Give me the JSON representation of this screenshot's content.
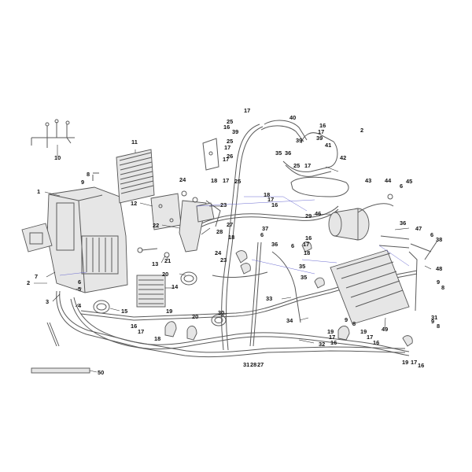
{
  "diagram": {
    "callouts": [
      {
        "id": "c1",
        "text": "1"
      },
      {
        "id": "c2",
        "text": "2"
      },
      {
        "id": "c3",
        "text": "3"
      },
      {
        "id": "c4",
        "text": "4"
      },
      {
        "id": "c5",
        "text": "5"
      },
      {
        "id": "c6a",
        "text": "6"
      },
      {
        "id": "c7",
        "text": "7"
      },
      {
        "id": "c8a",
        "text": "8"
      },
      {
        "id": "c9a",
        "text": "9"
      },
      {
        "id": "c10",
        "text": "10"
      },
      {
        "id": "c11",
        "text": "11"
      },
      {
        "id": "c12",
        "text": "12"
      },
      {
        "id": "c13",
        "text": "13"
      },
      {
        "id": "c14",
        "text": "14"
      },
      {
        "id": "c15",
        "text": "15"
      },
      {
        "id": "c16a",
        "text": "16"
      },
      {
        "id": "c17a",
        "text": "17"
      },
      {
        "id": "c18a",
        "text": "18"
      },
      {
        "id": "c19a",
        "text": "19"
      },
      {
        "id": "c20a",
        "text": "20"
      },
      {
        "id": "c21",
        "text": "21"
      },
      {
        "id": "c22",
        "text": "22"
      },
      {
        "id": "c23a",
        "text": "23"
      },
      {
        "id": "c24a",
        "text": "24"
      },
      {
        "id": "c25a",
        "text": "25"
      },
      {
        "id": "c26",
        "text": "26"
      },
      {
        "id": "c27a",
        "text": "27"
      },
      {
        "id": "c28a",
        "text": "28"
      },
      {
        "id": "c29",
        "text": "29"
      },
      {
        "id": "c30",
        "text": "30"
      },
      {
        "id": "c31a",
        "text": "31"
      },
      {
        "id": "c32",
        "text": "32"
      },
      {
        "id": "c33",
        "text": "33"
      },
      {
        "id": "c34",
        "text": "34"
      },
      {
        "id": "c35a",
        "text": "35"
      },
      {
        "id": "c36a",
        "text": "36"
      },
      {
        "id": "c37",
        "text": "37"
      },
      {
        "id": "c38a",
        "text": "38"
      },
      {
        "id": "c39a",
        "text": "39"
      },
      {
        "id": "c40",
        "text": "40"
      },
      {
        "id": "c41",
        "text": "41"
      },
      {
        "id": "c42",
        "text": "42"
      },
      {
        "id": "c43",
        "text": "43"
      },
      {
        "id": "c44",
        "text": "44"
      },
      {
        "id": "c45",
        "text": "45"
      },
      {
        "id": "c46",
        "text": "46"
      },
      {
        "id": "c47",
        "text": "47"
      },
      {
        "id": "c48",
        "text": "48"
      },
      {
        "id": "c49",
        "text": "49"
      },
      {
        "id": "c50",
        "text": "50"
      },
      {
        "id": "c8b",
        "text": "8"
      },
      {
        "id": "c9b",
        "text": "9"
      },
      {
        "id": "c6b",
        "text": "6"
      },
      {
        "id": "c6c",
        "text": "6"
      },
      {
        "id": "c6d",
        "text": "6"
      },
      {
        "id": "c6e",
        "text": "6"
      },
      {
        "id": "c2b",
        "text": "2"
      },
      {
        "id": "c17b",
        "text": "17"
      },
      {
        "id": "c16b",
        "text": "16"
      },
      {
        "id": "c39b",
        "text": "39"
      },
      {
        "id": "c17c",
        "text": "17"
      },
      {
        "id": "c16c",
        "text": "16"
      },
      {
        "id": "c17d",
        "text": "17"
      },
      {
        "id": "c39c",
        "text": "39"
      },
      {
        "id": "c35b",
        "text": "35"
      },
      {
        "id": "c36b",
        "text": "36"
      },
      {
        "id": "c25b",
        "text": "25"
      },
      {
        "id": "c17e",
        "text": "17"
      },
      {
        "id": "c25c",
        "text": "25"
      },
      {
        "id": "c17f",
        "text": "17"
      },
      {
        "id": "c18b",
        "text": "18"
      },
      {
        "id": "c17g",
        "text": "17"
      },
      {
        "id": "c25d",
        "text": "25"
      },
      {
        "id": "c24b",
        "text": "24"
      },
      {
        "id": "c23b",
        "text": "23"
      },
      {
        "id": "c27b",
        "text": "27"
      },
      {
        "id": "c28b",
        "text": "28"
      },
      {
        "id": "c18c",
        "text": "18"
      },
      {
        "id": "c17h",
        "text": "17"
      },
      {
        "id": "c16d",
        "text": "16"
      },
      {
        "id": "c18d",
        "text": "18"
      },
      {
        "id": "c16e",
        "text": "16"
      },
      {
        "id": "c17i",
        "text": "17"
      },
      {
        "id": "c18e",
        "text": "18"
      },
      {
        "id": "c35c",
        "text": "35"
      },
      {
        "id": "c36c",
        "text": "36"
      },
      {
        "id": "c24c",
        "text": "24"
      },
      {
        "id": "c23c",
        "text": "23"
      },
      {
        "id": "c20b",
        "text": "20"
      },
      {
        "id": "c16f",
        "text": "16"
      },
      {
        "id": "c17j",
        "text": "17"
      },
      {
        "id": "c18f",
        "text": "18"
      },
      {
        "id": "c19b",
        "text": "19"
      },
      {
        "id": "c20c",
        "text": "20"
      },
      {
        "id": "c31b",
        "text": "31"
      },
      {
        "id": "c28c",
        "text": "28"
      },
      {
        "id": "c27c",
        "text": "27"
      },
      {
        "id": "c9c",
        "text": "9"
      },
      {
        "id": "c8c",
        "text": "8"
      },
      {
        "id": "c19c",
        "text": "19"
      },
      {
        "id": "c17k",
        "text": "17"
      },
      {
        "id": "c16g",
        "text": "16"
      },
      {
        "id": "c19d",
        "text": "19"
      },
      {
        "id": "c17l",
        "text": "17"
      },
      {
        "id": "c16h",
        "text": "16"
      },
      {
        "id": "c31c",
        "text": "31"
      },
      {
        "id": "c9d",
        "text": "9"
      },
      {
        "id": "c8d",
        "text": "8"
      },
      {
        "id": "c9e",
        "text": "9"
      },
      {
        "id": "c8e",
        "text": "8"
      },
      {
        "id": "c36d",
        "text": "36"
      }
    ]
  }
}
